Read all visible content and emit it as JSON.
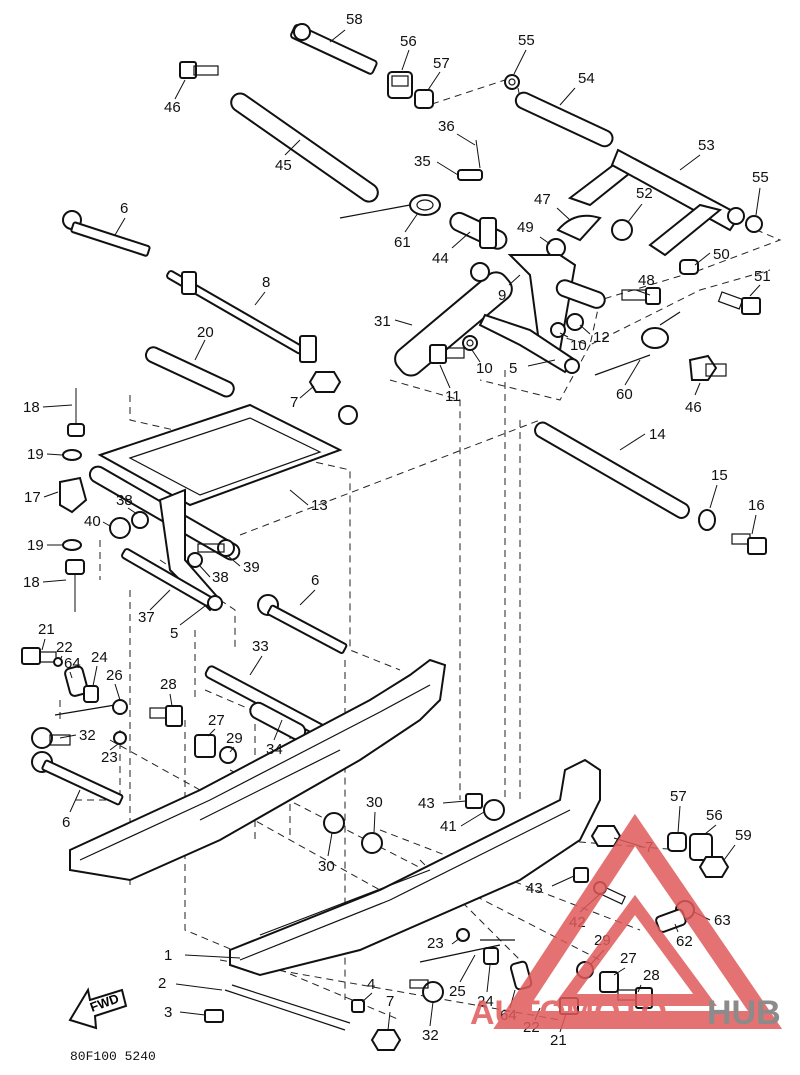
{
  "diagram_code": "80F100 5240",
  "fwd_label": "FWD",
  "watermark": {
    "part1": "AUTOMOTO",
    "part2": "HUB",
    "color_red": "#e05a5a",
    "color_gray": "#777777"
  },
  "callouts": [
    {
      "id": "c58",
      "label": "58"
    },
    {
      "id": "c56a",
      "label": "56"
    },
    {
      "id": "c57a",
      "label": "57"
    },
    {
      "id": "c55a",
      "label": "55"
    },
    {
      "id": "c54",
      "label": "54"
    },
    {
      "id": "c46a",
      "label": "46"
    },
    {
      "id": "c45",
      "label": "45"
    },
    {
      "id": "c36",
      "label": "36"
    },
    {
      "id": "c35",
      "label": "35"
    },
    {
      "id": "c53",
      "label": "53"
    },
    {
      "id": "c55b",
      "label": "55"
    },
    {
      "id": "c6a",
      "label": "6"
    },
    {
      "id": "c61",
      "label": "61"
    },
    {
      "id": "c47",
      "label": "47"
    },
    {
      "id": "c52",
      "label": "52"
    },
    {
      "id": "c49",
      "label": "49"
    },
    {
      "id": "c44",
      "label": "44"
    },
    {
      "id": "c50",
      "label": "50"
    },
    {
      "id": "c51",
      "label": "51"
    },
    {
      "id": "c8",
      "label": "8"
    },
    {
      "id": "c9",
      "label": "9"
    },
    {
      "id": "c48",
      "label": "48"
    },
    {
      "id": "c31",
      "label": "31"
    },
    {
      "id": "c12",
      "label": "12"
    },
    {
      "id": "c20",
      "label": "20"
    },
    {
      "id": "c10a",
      "label": "10"
    },
    {
      "id": "c10b",
      "label": "10"
    },
    {
      "id": "c5a",
      "label": "5"
    },
    {
      "id": "c60",
      "label": "60"
    },
    {
      "id": "c7a",
      "label": "7"
    },
    {
      "id": "c11",
      "label": "11"
    },
    {
      "id": "c46b",
      "label": "46"
    },
    {
      "id": "c18a",
      "label": "18"
    },
    {
      "id": "c19a",
      "label": "19"
    },
    {
      "id": "c14",
      "label": "14"
    },
    {
      "id": "c17",
      "label": "17"
    },
    {
      "id": "c13",
      "label": "13"
    },
    {
      "id": "c15",
      "label": "15"
    },
    {
      "id": "c38a",
      "label": "38"
    },
    {
      "id": "c40",
      "label": "40"
    },
    {
      "id": "c16",
      "label": "16"
    },
    {
      "id": "c19b",
      "label": "19"
    },
    {
      "id": "c39",
      "label": "39"
    },
    {
      "id": "c38b",
      "label": "38"
    },
    {
      "id": "c18b",
      "label": "18"
    },
    {
      "id": "c6b",
      "label": "6"
    },
    {
      "id": "c37",
      "label": "37"
    },
    {
      "id": "c5b",
      "label": "5"
    },
    {
      "id": "c21a",
      "label": "21"
    },
    {
      "id": "c22a",
      "label": "22"
    },
    {
      "id": "c64a",
      "label": "64"
    },
    {
      "id": "c24a",
      "label": "24"
    },
    {
      "id": "c33",
      "label": "33"
    },
    {
      "id": "c26",
      "label": "26"
    },
    {
      "id": "c28a",
      "label": "28"
    },
    {
      "id": "c27a",
      "label": "27"
    },
    {
      "id": "c29a",
      "label": "29"
    },
    {
      "id": "c32a",
      "label": "32"
    },
    {
      "id": "c34",
      "label": "34"
    },
    {
      "id": "c23a",
      "label": "23"
    },
    {
      "id": "c6c",
      "label": "6"
    },
    {
      "id": "c30a",
      "label": "30"
    },
    {
      "id": "c43a",
      "label": "43"
    },
    {
      "id": "c57b",
      "label": "57"
    },
    {
      "id": "c56b",
      "label": "56"
    },
    {
      "id": "c41",
      "label": "41"
    },
    {
      "id": "c7b",
      "label": "7"
    },
    {
      "id": "c59",
      "label": "59"
    },
    {
      "id": "c30b",
      "label": "30"
    },
    {
      "id": "c43b",
      "label": "43"
    },
    {
      "id": "c42",
      "label": "42"
    },
    {
      "id": "c63",
      "label": "63"
    },
    {
      "id": "c62",
      "label": "62"
    },
    {
      "id": "c29b",
      "label": "29"
    },
    {
      "id": "c23b",
      "label": "23"
    },
    {
      "id": "c27b",
      "label": "27"
    },
    {
      "id": "c1",
      "label": "1"
    },
    {
      "id": "c28b",
      "label": "28"
    },
    {
      "id": "c2",
      "label": "2"
    },
    {
      "id": "c4",
      "label": "4"
    },
    {
      "id": "c25",
      "label": "25"
    },
    {
      "id": "c24b",
      "label": "24"
    },
    {
      "id": "c3",
      "label": "3"
    },
    {
      "id": "c7c",
      "label": "7"
    },
    {
      "id": "c32b",
      "label": "32"
    },
    {
      "id": "c64b",
      "label": "64"
    },
    {
      "id": "c22b",
      "label": "22"
    },
    {
      "id": "c21b",
      "label": "21"
    }
  ]
}
